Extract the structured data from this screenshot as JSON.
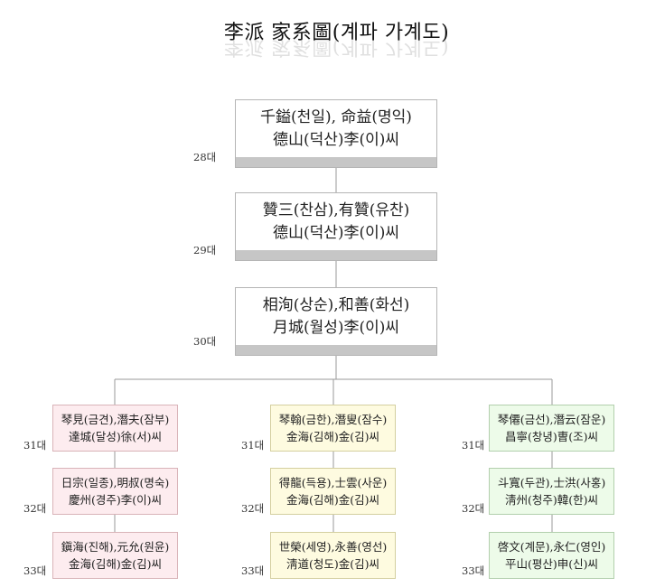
{
  "title": "李派 家系圖(계파 가계도)",
  "main_line": [
    {
      "generation": "28대",
      "line1": "千鎰(천일), 命益(명익)",
      "line2": "德山(덕산)李(이)씨"
    },
    {
      "generation": "29대",
      "line1": "贊三(찬삼),有贊(유찬)",
      "line2": "德山(덕산)李(이)씨"
    },
    {
      "generation": "30대",
      "line1": "相洵(상순),和善(화선)",
      "line2": "月城(월성)李(이)씨"
    }
  ],
  "branches": [
    {
      "color": "#fdecef",
      "nodes": [
        {
          "generation": "31대",
          "line1": "琴見(금견),潛夫(잠부)",
          "line2": "達城(달성)徐(서)씨"
        },
        {
          "generation": "32대",
          "line1": "日宗(일종),明叔(명숙)",
          "line2": "慶州(경주)李(이)씨"
        },
        {
          "generation": "33대",
          "line1": "鎭海(진해),元允(원윤)",
          "line2": "金海(김해)金(김)씨"
        }
      ]
    },
    {
      "color": "#fefbe0",
      "nodes": [
        {
          "generation": "31대",
          "line1": "琴翰(금한),潛叟(잠수)",
          "line2": "金海(김해)金(김)씨"
        },
        {
          "generation": "32대",
          "line1": "得龍(득용),士雲(사운)",
          "line2": "金海(김해)金(김)씨"
        },
        {
          "generation": "33대",
          "line1": "世榮(세영),永善(영선)",
          "line2": "淸道(청도)金(김)씨"
        }
      ]
    },
    {
      "color": "#edfbe9",
      "nodes": [
        {
          "generation": "31대",
          "line1": "琴僊(금선),潛云(잠운)",
          "line2": "昌寧(창녕)曺(조)씨"
        },
        {
          "generation": "32대",
          "line1": "斗寬(두관),士洪(사홍)",
          "line2": "淸州(청주)韓(한)씨"
        },
        {
          "generation": "33대",
          "line1": "啓文(계문),永仁(영인)",
          "line2": "平山(평산)申(신)씨"
        }
      ]
    }
  ]
}
